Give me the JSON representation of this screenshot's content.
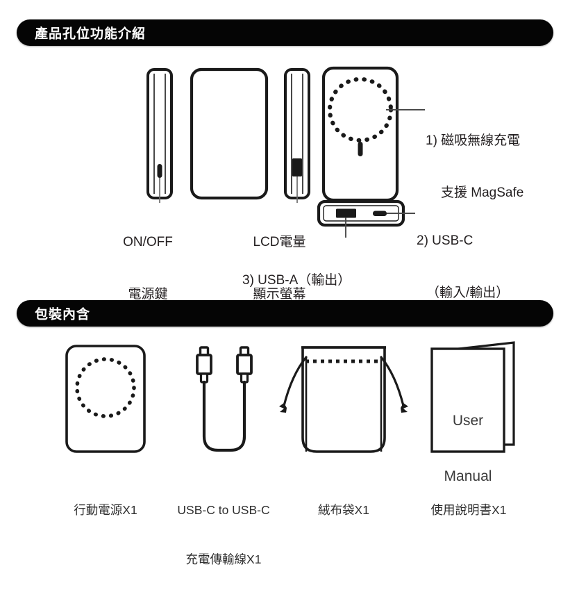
{
  "sections": [
    {
      "id": "features",
      "title": "產品孔位功能介紹"
    },
    {
      "id": "package",
      "title": "包裝內含"
    }
  ],
  "features": {
    "callouts": [
      {
        "id": "magsafe",
        "number": "1)",
        "line1": "1) 磁吸無線充電",
        "line2": "支援 MagSafe"
      },
      {
        "id": "usb-c",
        "number": "2)",
        "line1": "2) USB-C",
        "line2": "（輸入/輸出）"
      },
      {
        "id": "usb-a",
        "number": "3)",
        "line1": "3) USB-A（輸出）"
      }
    ],
    "labels": {
      "power_button_line1": "ON/OFF",
      "power_button_line2": "電源鍵",
      "lcd_line1": "LCD電量",
      "lcd_line2": "顯示螢幕"
    }
  },
  "package": {
    "items": [
      {
        "id": "power-bank",
        "caption_line1": "行動電源X1",
        "caption_line2": ""
      },
      {
        "id": "usb-c-cable",
        "caption_line1": "USB-C to USB-C",
        "caption_line2": "充電傳輸線X1"
      },
      {
        "id": "pouch",
        "caption_line1": "絨布袋X1",
        "caption_line2": ""
      },
      {
        "id": "manual",
        "caption_line1": "使用說明書X1",
        "caption_line2": ""
      }
    ],
    "manual_cover_line1": "User",
    "manual_cover_line2": "Manual"
  },
  "colors": {
    "ink": "#231f20",
    "header_bg": "#050505",
    "header_text": "#ffffff",
    "stroke": "#1a1a1a",
    "fill": "#ffffff"
  }
}
